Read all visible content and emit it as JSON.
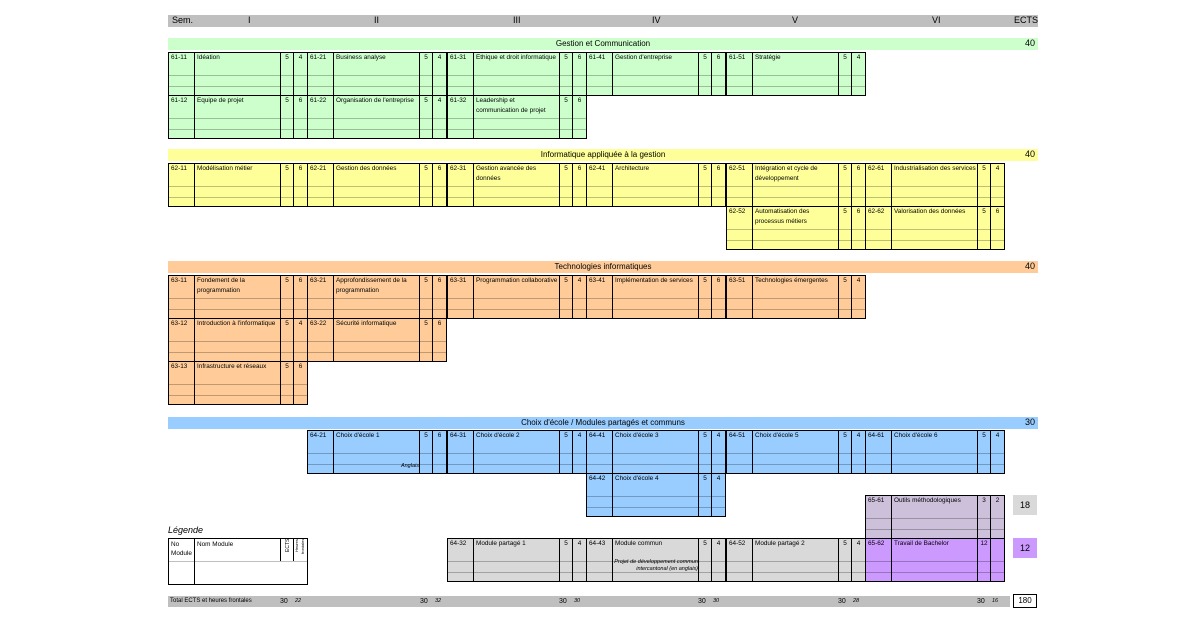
{
  "header": {
    "sem_label": "Sem.",
    "semesters": [
      "I",
      "II",
      "III",
      "IV",
      "V",
      "VI"
    ],
    "ects_label": "ECTS"
  },
  "sections": [
    {
      "title": "Gestion et Communication",
      "ects": "40",
      "color": "#ccffcc"
    },
    {
      "title": "Informatique appliquée à la gestion",
      "ects": "40",
      "color": "#ffff99"
    },
    {
      "title": "Technologies informatiques",
      "ects": "40",
      "color": "#ffcc99"
    },
    {
      "title": "Choix d'école / Modules partagés et communs",
      "ects": "30",
      "color": "#99ccff"
    }
  ],
  "modules": [
    {
      "code": "61-11",
      "name": "Idéation",
      "ects": "5",
      "hours": "4"
    },
    {
      "code": "61-21",
      "name": "Business analyse",
      "ects": "5",
      "hours": "4"
    },
    {
      "code": "61-31",
      "name": "Ethique et droit informatique",
      "ects": "5",
      "hours": "6"
    },
    {
      "code": "61-41",
      "name": "Gestion d'entreprise",
      "ects": "5",
      "hours": "6"
    },
    {
      "code": "61-51",
      "name": "Stratégie",
      "ects": "5",
      "hours": "4"
    },
    {
      "code": "61-12",
      "name": "Equipe de projet",
      "ects": "5",
      "hours": "6"
    },
    {
      "code": "61-22",
      "name": "Organisation de l'entreprise",
      "ects": "5",
      "hours": "4"
    },
    {
      "code": "61-32",
      "name": "Leadership et communication de projet",
      "ects": "5",
      "hours": "6"
    },
    {
      "code": "62-11",
      "name": "Modélisation métier",
      "ects": "5",
      "hours": "6"
    },
    {
      "code": "62-21",
      "name": "Gestion des données",
      "ects": "5",
      "hours": "6"
    },
    {
      "code": "62-31",
      "name": "Gestion avancée des données",
      "ects": "5",
      "hours": "6"
    },
    {
      "code": "62-41",
      "name": "Architecture",
      "ects": "5",
      "hours": "6"
    },
    {
      "code": "62-51",
      "name": "Intégration et cycle de développement",
      "ects": "5",
      "hours": "6"
    },
    {
      "code": "62-61",
      "name": "Industrialisation des services",
      "ects": "5",
      "hours": "4"
    },
    {
      "code": "62-52",
      "name": "Automatisation des processus métiers",
      "ects": "5",
      "hours": "6"
    },
    {
      "code": "62-62",
      "name": "Valorisation des données",
      "ects": "5",
      "hours": "6"
    },
    {
      "code": "63-11",
      "name": "Fondement de la programmation",
      "ects": "5",
      "hours": "6"
    },
    {
      "code": "63-21",
      "name": "Approfondissement de la programmation",
      "ects": "5",
      "hours": "6"
    },
    {
      "code": "63-31",
      "name": "Programmation collaborative",
      "ects": "5",
      "hours": "4"
    },
    {
      "code": "63-41",
      "name": "Implémentation de services",
      "ects": "5",
      "hours": "6"
    },
    {
      "code": "63-51",
      "name": "Technologies émergentes",
      "ects": "5",
      "hours": "4"
    },
    {
      "code": "63-12",
      "name": "Introduction à l'informatique",
      "ects": "5",
      "hours": "4"
    },
    {
      "code": "63-22",
      "name": "Sécurité informatique",
      "ects": "5",
      "hours": "6"
    },
    {
      "code": "63-13",
      "name": "Infrastructure et réseaux",
      "ects": "5",
      "hours": "6"
    },
    {
      "code": "64-21",
      "name": "Choix d'école 1",
      "ects": "5",
      "hours": "6",
      "note": "Anglais"
    },
    {
      "code": "64-31",
      "name": "Choix d'école 2",
      "ects": "5",
      "hours": "4"
    },
    {
      "code": "64-41",
      "name": "Choix d'école 3",
      "ects": "5",
      "hours": "4"
    },
    {
      "code": "64-51",
      "name": "Choix d'école 5",
      "ects": "5",
      "hours": "4"
    },
    {
      "code": "64-61",
      "name": "Choix d'école 6",
      "ects": "5",
      "hours": "4"
    },
    {
      "code": "64-42",
      "name": "Choix d'école 4",
      "ects": "5",
      "hours": "4"
    },
    {
      "code": "65-61",
      "name": "Outils méthodologiques",
      "ects": "3",
      "hours": "2"
    },
    {
      "code": "64-32",
      "name": "Module partagé 1",
      "ects": "5",
      "hours": "4"
    },
    {
      "code": "64-43",
      "name": "Module commun",
      "ects": "5",
      "hours": "4",
      "note": "Projet de développement commun intercantonal (en anglais)"
    },
    {
      "code": "64-52",
      "name": "Module partagé 2",
      "ects": "5",
      "hours": "4"
    },
    {
      "code": "65-62",
      "name": "Travail de Bachelor",
      "ects": "12",
      "hours": ""
    }
  ],
  "side_totals": {
    "small": "18",
    "thesis": "12"
  },
  "legend": {
    "title": "Légende",
    "no_label": "No Module",
    "name_label": "Nom Module",
    "ects_label": "ECTS",
    "hours_label": "Heures frontales"
  },
  "totals": {
    "label": "Total ECTS et heures frontales",
    "values": [
      {
        "ects": "30",
        "hours": "22"
      },
      {
        "ects": "30",
        "hours": "32"
      },
      {
        "ects": "30",
        "hours": "30"
      },
      {
        "ects": "30",
        "hours": "30"
      },
      {
        "ects": "30",
        "hours": "28"
      },
      {
        "ects": "30",
        "hours": "16"
      }
    ],
    "grand_total": "180"
  },
  "colors": {
    "header": "#bfbfbf",
    "grey_module": "#d9d9d9",
    "thesis_methods": "#ccc0da",
    "thesis": "#cc99ff"
  }
}
